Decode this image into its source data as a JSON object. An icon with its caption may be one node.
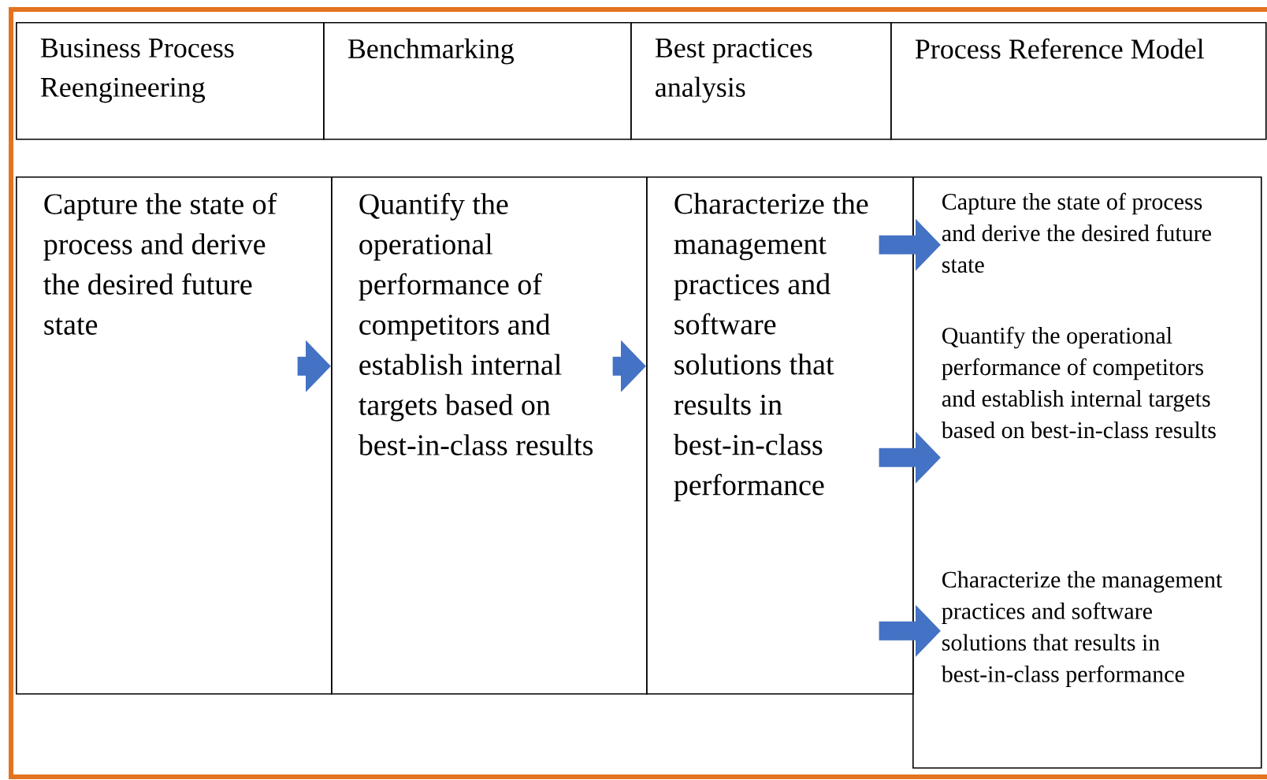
{
  "diagram": {
    "nodes": [
      {
        "text": [
          "Business Process Reengineering"
        ]
      },
      {
        "text": [
          "Benchmarking"
        ]
      },
      {
        "text": [
          "Best practices analysis"
        ]
      },
      {
        "text": [
          "Process Reference Model"
        ]
      },
      {
        "text": [
          "Capture the state of process and derive the desired future state"
        ]
      },
      {
        "text": [
          "Quantify the operational performance of competitors and establish internal targets based on best-in-class results"
        ]
      },
      {
        "text": [
          "Characterize the management practices and software solutions that results in best-in-class performance"
        ]
      },
      {
        "text": [],
        "shape": "box"
      },
      {
        "text": [
          "Capture the state of process and derive the desired future state"
        ],
        "in": 7
      },
      {
        "text": [
          "Quantify the operational performance of competitors and establish internal targets based on best-in-class results"
        ],
        "in": 7
      },
      {
        "text": [
          "Characterize the management practices and software solutions that results in best-in-class performance"
        ],
        "in": 7
      }
    ],
    "edges": [
      {
        "from": 4,
        "to": 5,
        "arrow": "to"
      },
      {
        "from": 5,
        "to": 6,
        "arrow": "to"
      },
      {
        "from": 6,
        "to": 8,
        "arrow": "to"
      },
      {
        "from": 6,
        "to": 9,
        "arrow": "to"
      },
      {
        "from": 6,
        "to": 10,
        "arrow": "to"
      }
    ]
  }
}
